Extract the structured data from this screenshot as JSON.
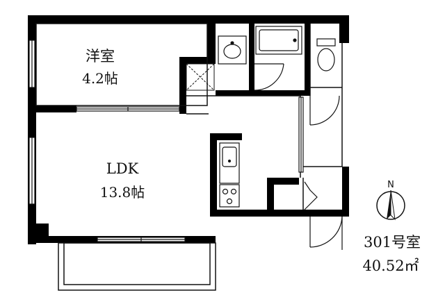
{
  "rooms": {
    "western": {
      "name": "洋室",
      "size": "4.2帖"
    },
    "ldk": {
      "name": "LDK",
      "size": "13.8帖"
    }
  },
  "unit": {
    "number": "301号室",
    "area": "40.52㎡"
  },
  "compass": {
    "north": "N"
  },
  "colors": {
    "wall": "#000000",
    "line": "#111111",
    "background": "#ffffff"
  }
}
